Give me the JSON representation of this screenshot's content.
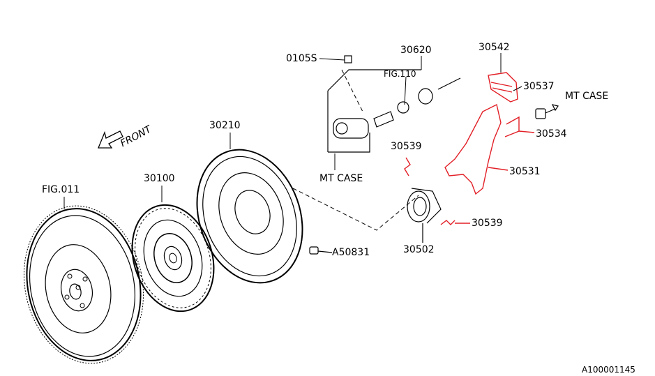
{
  "diagram": {
    "front_label": "FRONT",
    "doc_code": "A100001145",
    "accent_color": "#e21f26",
    "parts": [
      {
        "id": "fig011",
        "label": "FIG.011"
      },
      {
        "id": "p30100",
        "label": "30100"
      },
      {
        "id": "p30210",
        "label": "30210"
      },
      {
        "id": "a50831",
        "label": "A50831"
      },
      {
        "id": "p0105s",
        "label": "0105S"
      },
      {
        "id": "p30620",
        "label": "30620"
      },
      {
        "id": "fig110",
        "label": "FIG.110"
      },
      {
        "id": "mtcase1",
        "label": "MT CASE"
      },
      {
        "id": "p30542",
        "label": "30542"
      },
      {
        "id": "p30537",
        "label": "30537"
      },
      {
        "id": "mtcase2",
        "label": "MT CASE"
      },
      {
        "id": "p30534",
        "label": "30534"
      },
      {
        "id": "p30531",
        "label": "30531"
      },
      {
        "id": "p30539a",
        "label": "30539"
      },
      {
        "id": "p30539b",
        "label": "30539"
      },
      {
        "id": "p30502",
        "label": "30502"
      }
    ]
  }
}
